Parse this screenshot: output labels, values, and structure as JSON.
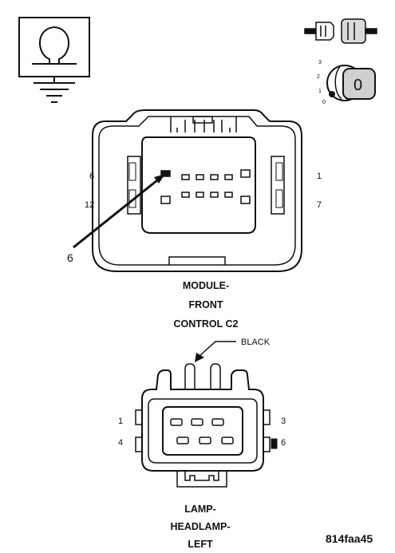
{
  "ohmmeter_icon": "ohmmeter-ground-icon",
  "ignition_icon": "ignition-key-off-icon",
  "ignition_positions": [
    "3",
    "2",
    "1",
    "0"
  ],
  "ignition_key_label": "0",
  "module_connector": {
    "pin_labels": {
      "top_left": "6",
      "bottom_left": "12",
      "top_right": "1",
      "bottom_right": "7"
    },
    "callout_label": "6",
    "title_lines": [
      "MODULE-",
      "FRONT",
      "CONTROL C2"
    ]
  },
  "lamp_connector": {
    "color_label": "BLACK",
    "pin_labels": {
      "top_left": "1",
      "bottom_left": "4",
      "top_right": "3",
      "bottom_right": "6"
    },
    "title_lines": [
      "LAMP-",
      "HEADLAMP-",
      "LEFT"
    ]
  },
  "figure_ref": "814faa45"
}
